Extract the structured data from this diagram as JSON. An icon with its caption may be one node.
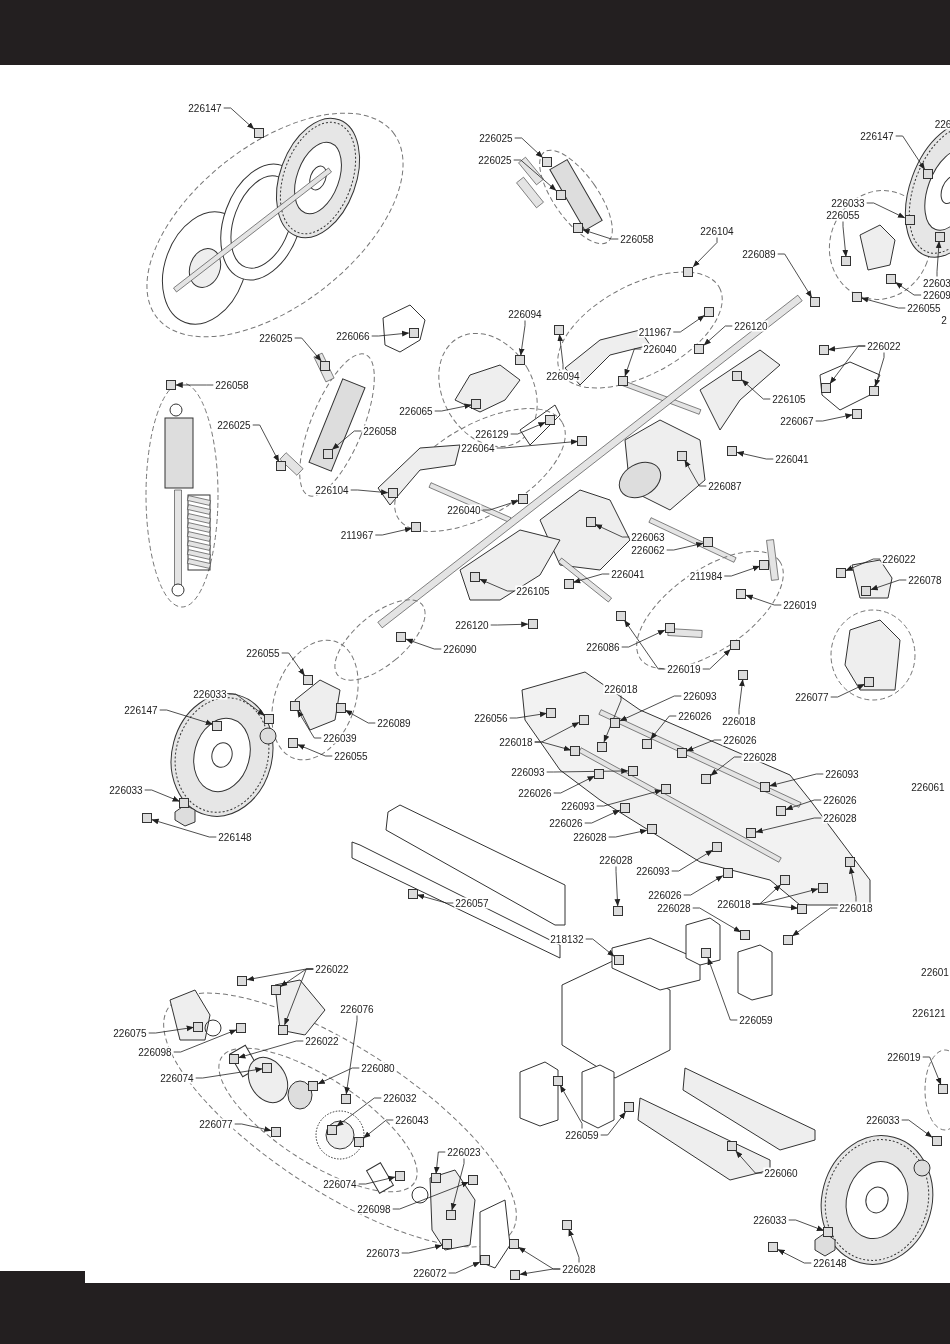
{
  "diagram": {
    "nodes": [
      {
        "text": [
          "226147"
        ]
      },
      {
        "text": [
          "226025"
        ]
      },
      {
        "text": [
          "226025"
        ]
      },
      {
        "text": [
          "226058"
        ]
      },
      {
        "text": [
          "226147"
        ]
      },
      {
        "text": [
          "226033"
        ]
      },
      {
        "text": [
          "226055"
        ]
      },
      {
        "text": [
          "226104"
        ]
      },
      {
        "text": [
          "226089"
        ]
      },
      {
        "text": [
          "22603"
        ]
      },
      {
        "text": [
          "22609"
        ]
      },
      {
        "text": [
          "226055"
        ]
      },
      {
        "text": [
          "226022"
        ]
      },
      {
        "text": [
          "226066"
        ]
      },
      {
        "text": [
          "226025"
        ]
      },
      {
        "text": [
          "226094"
        ]
      },
      {
        "text": [
          "211967"
        ]
      },
      {
        "text": [
          "226120"
        ]
      },
      {
        "text": [
          "226040"
        ]
      },
      {
        "text": [
          "226094"
        ]
      },
      {
        "text": [
          "226058"
        ]
      },
      {
        "text": [
          "226065"
        ]
      },
      {
        "text": [
          "226105"
        ]
      },
      {
        "text": [
          "226067"
        ]
      },
      {
        "text": [
          "226025"
        ]
      },
      {
        "text": [
          "226058"
        ]
      },
      {
        "text": [
          "226129"
        ]
      },
      {
        "text": [
          "226064"
        ]
      },
      {
        "text": [
          "226041"
        ]
      },
      {
        "text": [
          "226087"
        ]
      },
      {
        "text": [
          "226104"
        ]
      },
      {
        "text": [
          "226040"
        ]
      },
      {
        "text": [
          "211967"
        ]
      },
      {
        "text": [
          "226063"
        ]
      },
      {
        "text": [
          "226062"
        ]
      },
      {
        "text": [
          "211984"
        ]
      },
      {
        "text": [
          "226022"
        ]
      },
      {
        "text": [
          "226078"
        ]
      },
      {
        "text": [
          "226041"
        ]
      },
      {
        "text": [
          "226019"
        ]
      },
      {
        "text": [
          "226105"
        ]
      },
      {
        "text": [
          "226120"
        ]
      },
      {
        "text": [
          "226090"
        ]
      },
      {
        "text": [
          "226086"
        ]
      },
      {
        "text": [
          "226019"
        ]
      },
      {
        "text": [
          "226077"
        ]
      },
      {
        "text": [
          "226055"
        ]
      },
      {
        "text": [
          "226033"
        ]
      },
      {
        "text": [
          "226089"
        ]
      },
      {
        "text": [
          "226147"
        ]
      },
      {
        "text": [
          "226039"
        ]
      },
      {
        "text": [
          "226055"
        ]
      },
      {
        "text": [
          "226033"
        ]
      },
      {
        "text": [
          "226148"
        ]
      },
      {
        "text": [
          "226018"
        ]
      },
      {
        "text": [
          "226093"
        ]
      },
      {
        "text": [
          "226056"
        ]
      },
      {
        "text": [
          "226026"
        ]
      },
      {
        "text": [
          "226018"
        ]
      },
      {
        "text": [
          "226018"
        ]
      },
      {
        "text": [
          "226026"
        ]
      },
      {
        "text": [
          "226093"
        ]
      },
      {
        "text": [
          "226028"
        ]
      },
      {
        "text": [
          "226093"
        ]
      },
      {
        "text": [
          "226026"
        ]
      },
      {
        "text": [
          "226093"
        ]
      },
      {
        "text": [
          "226026"
        ]
      },
      {
        "text": [
          "226026"
        ]
      },
      {
        "text": [
          "226028"
        ]
      },
      {
        "text": [
          "226028"
        ]
      },
      {
        "text": [
          "226028"
        ]
      },
      {
        "text": [
          "226093"
        ]
      },
      {
        "text": [
          "226026"
        ]
      },
      {
        "text": [
          "226018"
        ]
      },
      {
        "text": [
          "226028"
        ]
      },
      {
        "text": [
          "226018"
        ]
      },
      {
        "text": [
          "226057"
        ]
      },
      {
        "text": [
          "218132"
        ]
      },
      {
        "text": [
          "226059"
        ]
      },
      {
        "text": [
          "226022"
        ]
      },
      {
        "text": [
          "226076"
        ]
      },
      {
        "text": [
          "226075"
        ]
      },
      {
        "text": [
          "226098"
        ]
      },
      {
        "text": [
          "226022"
        ]
      },
      {
        "text": [
          "226080"
        ]
      },
      {
        "text": [
          "226074"
        ]
      },
      {
        "text": [
          "226032"
        ]
      },
      {
        "text": [
          "226043"
        ]
      },
      {
        "text": [
          "226077"
        ]
      },
      {
        "text": [
          "226023"
        ]
      },
      {
        "text": [
          "226059"
        ]
      },
      {
        "text": [
          "226074"
        ]
      },
      {
        "text": [
          "226098"
        ]
      },
      {
        "text": [
          "226060"
        ]
      },
      {
        "text": [
          "226073"
        ]
      },
      {
        "text": [
          "226072"
        ]
      },
      {
        "text": [
          "226028"
        ]
      },
      {
        "text": [
          "226033"
        ]
      },
      {
        "text": [
          "226148"
        ]
      },
      {
        "text": [
          "226033"
        ]
      },
      {
        "text": [
          "226019"
        ]
      },
      {
        "text": [],
        "shape": "box"
      },
      {
        "text": [],
        "shape": "box"
      },
      {
        "text": [],
        "shape": "box"
      },
      {
        "text": [],
        "shape": "box"
      },
      {
        "text": [],
        "shape": "box"
      },
      {
        "text": [],
        "shape": "box"
      },
      {
        "text": [],
        "shape": "box"
      },
      {
        "text": [],
        "shape": "box"
      },
      {
        "text": [],
        "shape": "box"
      },
      {
        "text": [],
        "shape": "box"
      },
      {
        "text": [],
        "shape": "box"
      },
      {
        "text": [],
        "shape": "box"
      },
      {
        "text": [],
        "shape": "box"
      },
      {
        "text": [],
        "shape": "box"
      },
      {
        "text": [],
        "shape": "box"
      },
      {
        "text": [],
        "shape": "box"
      },
      {
        "text": [],
        "shape": "box"
      },
      {
        "text": [],
        "shape": "box"
      },
      {
        "text": [],
        "shape": "box"
      },
      {
        "text": [],
        "shape": "box"
      },
      {
        "text": [],
        "shape": "box"
      },
      {
        "text": [],
        "shape": "box"
      },
      {
        "text": [],
        "shape": "box"
      },
      {
        "text": [],
        "shape": "box"
      },
      {
        "text": [],
        "shape": "box"
      },
      {
        "text": [],
        "shape": "box"
      },
      {
        "text": [],
        "shape": "box"
      },
      {
        "text": [],
        "shape": "box"
      },
      {
        "text": [],
        "shape": "box"
      },
      {
        "text": [],
        "shape": "box"
      },
      {
        "text": [],
        "shape": "box"
      },
      {
        "text": [],
        "shape": "box"
      },
      {
        "text": [],
        "shape": "box"
      },
      {
        "text": [],
        "shape": "box"
      },
      {
        "text": [],
        "shape": "box"
      },
      {
        "text": [],
        "shape": "box"
      },
      {
        "text": [],
        "shape": "box"
      },
      {
        "text": [],
        "shape": "box"
      },
      {
        "text": [],
        "shape": "box"
      },
      {
        "text": [],
        "shape": "box"
      },
      {
        "text": [],
        "shape": "box"
      },
      {
        "text": [],
        "shape": "box"
      },
      {
        "text": [],
        "shape": "box"
      },
      {
        "text": [],
        "shape": "box"
      },
      {
        "text": [],
        "shape": "box"
      },
      {
        "text": [],
        "shape": "box"
      },
      {
        "text": [],
        "shape": "box"
      },
      {
        "text": [],
        "shape": "box"
      },
      {
        "text": [],
        "shape": "box"
      },
      {
        "text": [],
        "shape": "box"
      },
      {
        "text": [],
        "shape": "box"
      },
      {
        "text": [],
        "shape": "box"
      },
      {
        "text": [],
        "shape": "box"
      },
      {
        "text": [],
        "shape": "box"
      },
      {
        "text": [],
        "shape": "box"
      },
      {
        "text": [],
        "shape": "box"
      },
      {
        "text": [],
        "shape": "box"
      },
      {
        "text": [],
        "shape": "box"
      },
      {
        "text": [],
        "shape": "box"
      },
      {
        "text": [],
        "shape": "box"
      },
      {
        "text": [],
        "shape": "box"
      },
      {
        "text": [],
        "shape": "box"
      },
      {
        "text": [],
        "shape": "box"
      },
      {
        "text": [],
        "shape": "box"
      },
      {
        "text": [],
        "shape": "box"
      },
      {
        "text": [],
        "shape": "box"
      },
      {
        "text": [],
        "shape": "box"
      },
      {
        "text": [],
        "shape": "box"
      },
      {
        "text": [],
        "shape": "box"
      },
      {
        "text": [],
        "shape": "box"
      },
      {
        "text": [],
        "shape": "box"
      },
      {
        "text": [],
        "shape": "box"
      },
      {
        "text": [],
        "shape": "box"
      },
      {
        "text": [],
        "shape": "box"
      },
      {
        "text": [],
        "shape": "box"
      },
      {
        "text": [],
        "shape": "box"
      },
      {
        "text": [],
        "shape": "box"
      },
      {
        "text": [],
        "shape": "box"
      },
      {
        "text": [],
        "shape": "box"
      },
      {
        "text": [],
        "shape": "box"
      },
      {
        "text": [],
        "shape": "box"
      },
      {
        "text": [],
        "shape": "box"
      },
      {
        "text": [],
        "shape": "box"
      },
      {
        "text": [],
        "shape": "box"
      },
      {
        "text": [],
        "shape": "box"
      },
      {
        "text": [],
        "shape": "box"
      },
      {
        "text": [],
        "shape": "box"
      },
      {
        "text": [],
        "shape": "box"
      },
      {
        "text": [],
        "shape": "box"
      },
      {
        "text": [],
        "shape": "box"
      },
      {
        "text": [],
        "shape": "box"
      },
      {
        "text": [],
        "shape": "box"
      },
      {
        "text": [],
        "shape": "box"
      },
      {
        "text": [],
        "shape": "box"
      },
      {
        "text": [],
        "shape": "box"
      },
      {
        "text": [],
        "shape": "box"
      },
      {
        "text": [],
        "shape": "box"
      },
      {
        "text": [],
        "shape": "box"
      },
      {
        "text": [],
        "shape": "box"
      },
      {
        "text": [],
        "shape": "box"
      },
      {
        "text": [],
        "shape": "box"
      },
      {
        "text": [],
        "shape": "box"
      },
      {
        "text": [],
        "shape": "box"
      },
      {
        "text": [],
        "shape": "box"
      },
      {
        "text": [],
        "shape": "box"
      },
      {
        "text": [],
        "shape": "box"
      },
      {
        "text": [],
        "shape": "box"
      },
      {
        "text": [],
        "shape": "box"
      },
      {
        "text": [],
        "shape": "box"
      },
      {
        "text": [],
        "shape": "box"
      },
      {
        "text": [],
        "shape": "box"
      },
      {
        "text": [],
        "shape": "box"
      },
      {
        "text": [],
        "shape": "box"
      },
      {
        "text": [],
        "shape": "box"
      }
    ],
    "edges": [
      {
        "from": 0,
        "to": 101,
        "arrow": "to"
      },
      {
        "from": 1,
        "to": 102,
        "arrow": "to"
      },
      {
        "from": 2,
        "to": 103,
        "arrow": "to"
      },
      {
        "from": 3,
        "to": 104,
        "arrow": "to"
      },
      {
        "from": 4,
        "to": 105,
        "arrow": "to"
      },
      {
        "from": 5,
        "to": 106,
        "arrow": "to"
      },
      {
        "from": 6,
        "to": 107,
        "arrow": "to"
      },
      {
        "from": 7,
        "to": 108,
        "arrow": "to"
      },
      {
        "from": 8,
        "to": 109,
        "arrow": "to"
      },
      {
        "from": 9,
        "to": 110,
        "arrow": "to"
      },
      {
        "from": 10,
        "to": 111,
        "arrow": "to"
      },
      {
        "from": 11,
        "to": 112,
        "arrow": "to"
      },
      {
        "from": 12,
        "to": 113,
        "arrow": "to"
      },
      {
        "from": 12,
        "to": 114,
        "arrow": "to"
      },
      {
        "from": 12,
        "to": 115,
        "arrow": "to"
      },
      {
        "from": 13,
        "to": 116,
        "arrow": "to"
      },
      {
        "from": 14,
        "to": 117,
        "arrow": "to"
      },
      {
        "from": 15,
        "to": 118,
        "arrow": "to"
      },
      {
        "from": 16,
        "to": 119,
        "arrow": "to"
      },
      {
        "from": 17,
        "to": 120,
        "arrow": "to"
      },
      {
        "from": 18,
        "to": 121,
        "arrow": "to"
      },
      {
        "from": 19,
        "to": 122,
        "arrow": "to"
      },
      {
        "from": 20,
        "to": 123,
        "arrow": "to"
      },
      {
        "from": 21,
        "to": 124,
        "arrow": "to"
      },
      {
        "from": 22,
        "to": 125,
        "arrow": "to"
      },
      {
        "from": 23,
        "to": 126,
        "arrow": "to"
      },
      {
        "from": 24,
        "to": 127,
        "arrow": "to"
      },
      {
        "from": 25,
        "to": 128,
        "arrow": "to"
      },
      {
        "from": 26,
        "to": 129,
        "arrow": "to"
      },
      {
        "from": 27,
        "to": 130,
        "arrow": "to"
      },
      {
        "from": 28,
        "to": 131,
        "arrow": "to"
      },
      {
        "from": 29,
        "to": 132,
        "arrow": "to"
      },
      {
        "from": 30,
        "to": 133,
        "arrow": "to"
      },
      {
        "from": 31,
        "to": 134,
        "arrow": "to"
      },
      {
        "from": 32,
        "to": 135,
        "arrow": "to"
      },
      {
        "from": 33,
        "to": 136,
        "arrow": "to"
      },
      {
        "from": 34,
        "to": 137,
        "arrow": "to"
      },
      {
        "from": 35,
        "to": 138,
        "arrow": "to"
      },
      {
        "from": 36,
        "to": 139,
        "arrow": "to"
      },
      {
        "from": 37,
        "to": 140,
        "arrow": "to"
      },
      {
        "from": 38,
        "to": 141,
        "arrow": "to"
      },
      {
        "from": 39,
        "to": 142,
        "arrow": "to"
      },
      {
        "from": 40,
        "to": 143,
        "arrow": "to"
      },
      {
        "from": 41,
        "to": 144,
        "arrow": "to"
      },
      {
        "from": 42,
        "to": 145,
        "arrow": "to"
      },
      {
        "from": 43,
        "to": 146,
        "arrow": "to"
      },
      {
        "from": 44,
        "to": 147,
        "arrow": "to"
      },
      {
        "from": 44,
        "to": 148,
        "arrow": "to"
      },
      {
        "from": 45,
        "to": 149,
        "arrow": "to"
      },
      {
        "from": 46,
        "to": 150,
        "arrow": "to"
      },
      {
        "from": 47,
        "to": 151,
        "arrow": "to"
      },
      {
        "from": 48,
        "to": 152,
        "arrow": "to"
      },
      {
        "from": 49,
        "to": 153,
        "arrow": "to"
      },
      {
        "from": 50,
        "to": 154,
        "arrow": "to"
      },
      {
        "from": 51,
        "to": 155,
        "arrow": "to"
      },
      {
        "from": 52,
        "to": 156,
        "arrow": "to"
      },
      {
        "from": 53,
        "to": 157,
        "arrow": "to"
      },
      {
        "from": 54,
        "to": 158,
        "arrow": "to"
      },
      {
        "from": 55,
        "to": 159,
        "arrow": "to"
      },
      {
        "from": 56,
        "to": 160,
        "arrow": "to"
      },
      {
        "from": 57,
        "to": 161,
        "arrow": "to"
      },
      {
        "from": 58,
        "to": 162,
        "arrow": "to"
      },
      {
        "from": 59,
        "to": 163,
        "arrow": "to"
      },
      {
        "from": 59,
        "to": 164,
        "arrow": "to"
      },
      {
        "from": 60,
        "to": 165,
        "arrow": "to"
      },
      {
        "from": 61,
        "to": 166,
        "arrow": "to"
      },
      {
        "from": 62,
        "to": 167,
        "arrow": "to"
      },
      {
        "from": 63,
        "to": 168,
        "arrow": "to"
      },
      {
        "from": 64,
        "to": 169,
        "arrow": "to"
      },
      {
        "from": 65,
        "to": 170,
        "arrow": "to"
      },
      {
        "from": 66,
        "to": 171,
        "arrow": "to"
      },
      {
        "from": 67,
        "to": 172,
        "arrow": "to"
      },
      {
        "from": 68,
        "to": 173,
        "arrow": "to"
      },
      {
        "from": 69,
        "to": 174,
        "arrow": "to"
      },
      {
        "from": 70,
        "to": 175,
        "arrow": "to"
      },
      {
        "from": 71,
        "to": 176,
        "arrow": "to"
      },
      {
        "from": 72,
        "to": 177,
        "arrow": "to"
      },
      {
        "from": 73,
        "to": 178,
        "arrow": "to"
      },
      {
        "from": 73,
        "to": 179,
        "arrow": "to"
      },
      {
        "from": 73,
        "to": 180,
        "arrow": "to"
      },
      {
        "from": 74,
        "to": 181,
        "arrow": "to"
      },
      {
        "from": 75,
        "to": 182,
        "arrow": "to"
      },
      {
        "from": 75,
        "to": 183,
        "arrow": "to"
      },
      {
        "from": 76,
        "to": 184,
        "arrow": "to"
      },
      {
        "from": 77,
        "to": 185,
        "arrow": "to"
      },
      {
        "from": 78,
        "to": 186,
        "arrow": "to"
      },
      {
        "from": 79,
        "to": 187,
        "arrow": "to"
      },
      {
        "from": 79,
        "to": 188,
        "arrow": "to"
      },
      {
        "from": 79,
        "to": 189,
        "arrow": "to"
      },
      {
        "from": 80,
        "to": 190,
        "arrow": "to"
      },
      {
        "from": 81,
        "to": 191,
        "arrow": "to"
      },
      {
        "from": 82,
        "to": 192,
        "arrow": "to"
      },
      {
        "from": 83,
        "to": 193,
        "arrow": "to"
      },
      {
        "from": 84,
        "to": 194,
        "arrow": "to"
      },
      {
        "from": 85,
        "to": 195,
        "arrow": "to"
      },
      {
        "from": 86,
        "to": 196,
        "arrow": "to"
      },
      {
        "from": 87,
        "to": 197,
        "arrow": "to"
      },
      {
        "from": 88,
        "to": 198,
        "arrow": "to"
      },
      {
        "from": 89,
        "to": 199,
        "arrow": "to"
      },
      {
        "from": 89,
        "to": 200,
        "arrow": "to"
      },
      {
        "from": 90,
        "to": 201,
        "arrow": "to"
      },
      {
        "from": 90,
        "to": 202,
        "arrow": "to"
      },
      {
        "from": 91,
        "to": 203,
        "arrow": "to"
      },
      {
        "from": 92,
        "to": 204,
        "arrow": "to"
      },
      {
        "from": 93,
        "to": 205,
        "arrow": "to"
      },
      {
        "from": 94,
        "to": 206,
        "arrow": "to"
      },
      {
        "from": 95,
        "to": 207,
        "arrow": "to"
      },
      {
        "from": 96,
        "to": 208,
        "arrow": "to"
      },
      {
        "from": 96,
        "to": 209,
        "arrow": "to"
      },
      {
        "from": 96,
        "to": 210,
        "arrow": "to"
      },
      {
        "from": 97,
        "to": 211,
        "arrow": "to"
      },
      {
        "from": 98,
        "to": 212,
        "arrow": "to"
      },
      {
        "from": 99,
        "to": 213,
        "arrow": "to"
      },
      {
        "from": 100,
        "to": 214,
        "arrow": "to"
      }
    ],
    "labels": [
      "226",
      "2",
      "226061",
      "22601",
      "226121"
    ]
  }
}
